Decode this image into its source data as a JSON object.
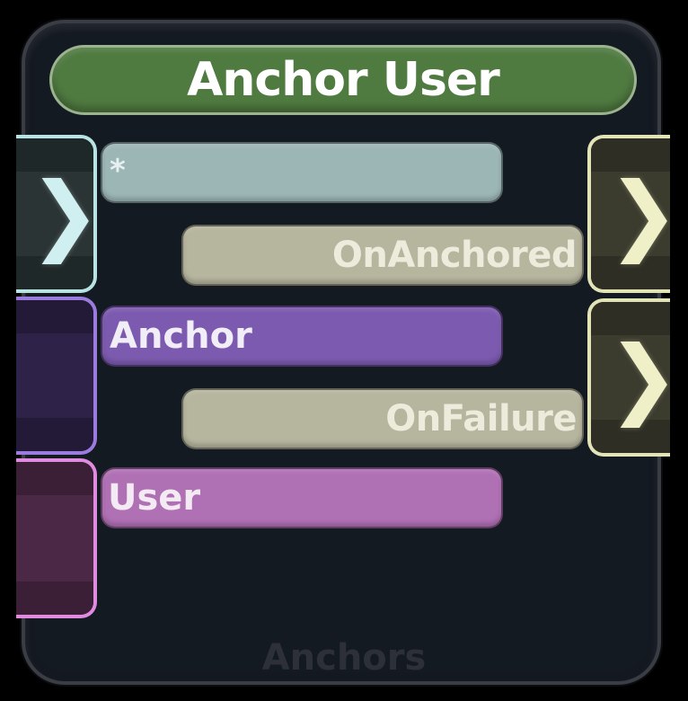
{
  "node": {
    "title": "Anchor User",
    "category": "Anchors"
  },
  "inputs": [
    {
      "label": "*",
      "color": "#9cb6b6"
    },
    {
      "label": "Anchor",
      "color": "#7c5aaf"
    },
    {
      "label": "User",
      "color": "#b070b4"
    }
  ],
  "outputs": [
    {
      "label": "OnAnchored",
      "color": "#b6b59e"
    },
    {
      "label": "OnFailure",
      "color": "#b6b59e"
    }
  ],
  "icons": {
    "input_impulse": "chevron-right-icon",
    "output_impulse": "chevron-right-icon",
    "chevron_glyph": "❯"
  },
  "colors": {
    "title_bar": "#4f7a40",
    "node_body": "#141a22",
    "impulse_in_border": "#b9e2e2",
    "anchor_port_border": "#9b7be0",
    "user_port_border": "#e08ae0",
    "impulse_out_border": "#e3e3b8"
  }
}
